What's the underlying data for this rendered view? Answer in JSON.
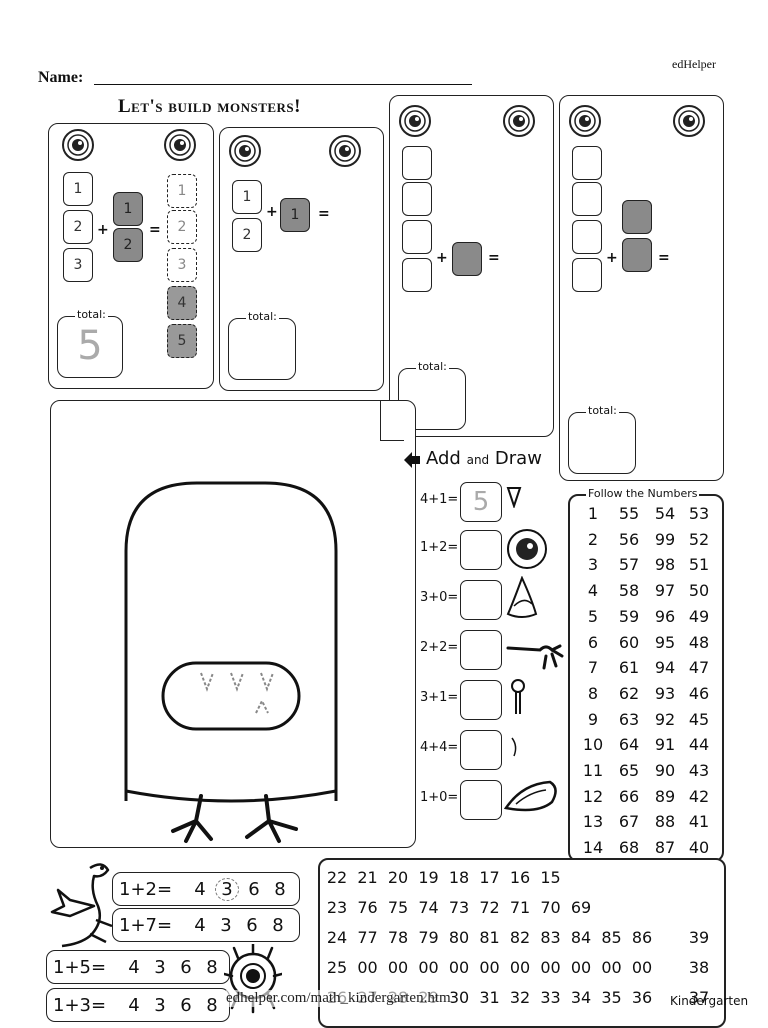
{
  "brand": "edHelper",
  "name_label": "Name:",
  "title": "Let's build monsters!",
  "total_label": "total:",
  "panel1": {
    "left_cells": [
      "1",
      "2",
      "3"
    ],
    "right_cells": [
      "1",
      "2"
    ],
    "result_cells": [
      "1",
      "2",
      "3",
      "4",
      "5"
    ],
    "plus": "+",
    "equals": "=",
    "total_value": "5"
  },
  "panel2": {
    "left_cells": [
      "1",
      "2"
    ],
    "right_cells": [
      "1"
    ],
    "plus": "+",
    "equals": "="
  },
  "panel3": {
    "plus": "+",
    "equals": "="
  },
  "panel4": {
    "plus": "+",
    "equals": "="
  },
  "add_draw": {
    "add": "Add",
    "and": "and",
    "draw": "Draw"
  },
  "equations": [
    {
      "text": "4+1=",
      "answer": "5"
    },
    {
      "text": "1+2=",
      "answer": ""
    },
    {
      "text": "3+0=",
      "answer": ""
    },
    {
      "text": "2+2=",
      "answer": ""
    },
    {
      "text": "3+1=",
      "answer": ""
    },
    {
      "text": "4+4=",
      "answer": ""
    },
    {
      "text": "1+0=",
      "answer": ""
    }
  ],
  "follow_label": "Follow the Numbers",
  "follow_col1": [
    "1",
    "2",
    "3",
    "4",
    "5",
    "6",
    "7",
    "8",
    "9",
    "10",
    "11",
    "12",
    "13",
    "14"
  ],
  "follow_col2": [
    "55",
    "56",
    "57",
    "58",
    "59",
    "60",
    "61",
    "62",
    "63",
    "64",
    "65",
    "66",
    "67",
    "68"
  ],
  "follow_col3": [
    "54",
    "99",
    "98",
    "97",
    "96",
    "95",
    "94",
    "93",
    "92",
    "91",
    "90",
    "89",
    "88",
    "87"
  ],
  "follow_col4": [
    "53",
    "52",
    "51",
    "50",
    "49",
    "48",
    "47",
    "46",
    "45",
    "44",
    "43",
    "42",
    "41",
    "40"
  ],
  "grid_rows": [
    [
      "22",
      "21",
      "20",
      "19",
      "18",
      "17",
      "16",
      "15"
    ],
    [
      "23",
      "76",
      "75",
      "74",
      "73",
      "72",
      "71",
      "70",
      "69"
    ],
    [
      "24",
      "77",
      "78",
      "79",
      "80",
      "81",
      "82",
      "83",
      "84",
      "85",
      "86",
      "39"
    ],
    [
      "25",
      "00",
      "00",
      "00",
      "00",
      "00",
      "00",
      "00",
      "00",
      "00",
      "00",
      "38"
    ],
    [
      "26",
      "27",
      "28",
      "29",
      "30",
      "31",
      "32",
      "33",
      "34",
      "35",
      "36",
      "37"
    ]
  ],
  "choices": [
    {
      "eq": "1+2=",
      "options": [
        "4",
        "3",
        "6",
        "8"
      ]
    },
    {
      "eq": "1+7=",
      "options": [
        "4",
        "3",
        "6",
        "8"
      ]
    },
    {
      "eq": "1+5=",
      "options": [
        "4",
        "3",
        "6",
        "8"
      ]
    },
    {
      "eq": "1+3=",
      "options": [
        "4",
        "3",
        "6",
        "8"
      ]
    }
  ],
  "footer_url": "edhelper.com/math_kindergarten.htm",
  "footer_grade": "Kindergarten"
}
